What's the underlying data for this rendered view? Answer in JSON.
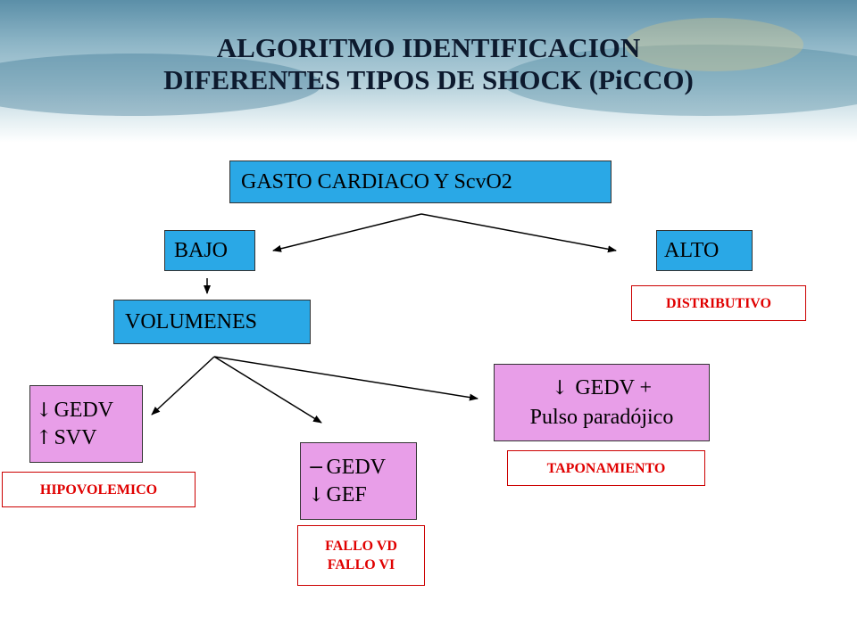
{
  "title": {
    "line1": "ALGORITMO IDENTIFICACION",
    "line2": "DIFERENTES TIPOS DE SHOCK (PiCCO)"
  },
  "colors": {
    "node_blue": "#2aa8e6",
    "node_pink": "#e89ee8",
    "label_red": "#e00000",
    "title_dark": "#0d1a2e"
  },
  "nodes": {
    "gasto": "GASTO CARDIACO Y ScvO2",
    "bajo": "BAJO",
    "alto": "ALTO",
    "volumenes": "VOLUMENES",
    "hipo": {
      "line1_symbol": "↓",
      "line1": "GEDV",
      "line2_symbol": "↑",
      "line2": "SVV"
    },
    "fallo": {
      "line1_symbol": "−",
      "line1": "GEDV",
      "line2_symbol": "↓",
      "line2": "GEF"
    },
    "tapon": {
      "line1_symbol": "↓",
      "line1": "GEDV +",
      "line2": "Pulso paradójico"
    }
  },
  "labels": {
    "distributivo": "DISTRIBUTIVO",
    "hipovolemico": "HIPOVOLEMICO",
    "fallo_vd": "FALLO VD",
    "fallo_vi": "FALLO VI",
    "taponamiento": "TAPONAMIENTO"
  }
}
